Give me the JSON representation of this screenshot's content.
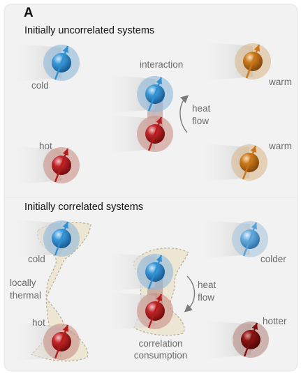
{
  "panel_letter": "A",
  "sections": {
    "uncorrelated": {
      "title": "Initially uncorrelated systems",
      "labels": {
        "cold": "cold",
        "interaction": "interaction",
        "warm_top": "warm",
        "heat": "heat",
        "flow": "flow",
        "hot": "hot",
        "warm_bottom": "warm"
      }
    },
    "correlated": {
      "title": "Initially correlated systems",
      "labels": {
        "cold": "cold",
        "locally": "locally",
        "thermal": "thermal",
        "hot": "hot",
        "heat": "heat",
        "flow": "flow",
        "correlation": "correlation",
        "consumption": "consumption",
        "colder": "colder",
        "hotter": "hotter"
      }
    }
  },
  "colors": {
    "panel_bg": "#f2f2f2",
    "cold_blue": "#2f8fd0",
    "hot_red": "#b51a1a",
    "warm_orange": "#c9761a",
    "colder_blue": "#5aa0d8",
    "hotter_red": "#7d1010",
    "correlation_fill": "#ece6d3",
    "correlation_stroke": "#b8b09a",
    "label_gray": "#6b6b6b"
  }
}
